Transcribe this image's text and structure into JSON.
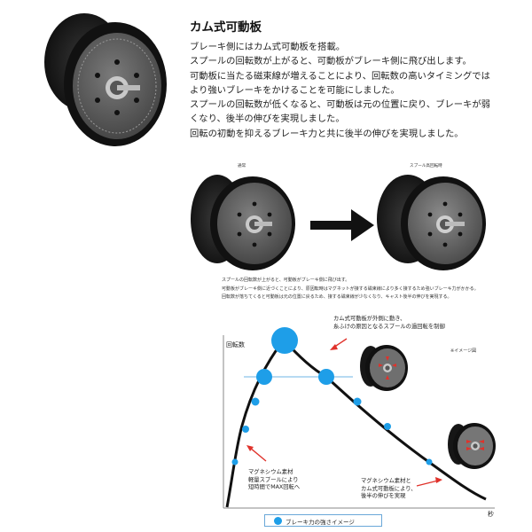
{
  "header": {
    "title": "カム式可動板"
  },
  "description": {
    "paragraphs": [
      "ブレーキ側にはカム式可動板を搭載。",
      "スプールの回転数が上がると、可動板がブレーキ側に飛び出します。",
      "可動板に当たる磁束線が増えることにより、回転数の高いタイミングではより強いブレーキをかけることを可能にしました。",
      "スプールの回転数が低くなると、可動板は元の位置に戻り、ブレーキが弱くなり、後半の伸びを実現しました。",
      "回転の初動を抑えるブレーキ力と共に後半の伸びを実現しました。"
    ]
  },
  "comparison": {
    "normal_label": "通常",
    "high_rpm_label": "スプール高回転時",
    "caption_lines": [
      "スプールの回転数が上がると、可動板がブレーキ側に飛び出す。",
      "可動板がブレーキ側に近づくことにより、原因転時はマグネットが接する磁束線により多く接するため強いブレーキ力がかかる。",
      "回転数が落ちてくると可動板は元の位置に戻るため、接する磁束線が少なくなり、キャスト後半の伸びを実現する。"
    ]
  },
  "graph": {
    "ylabel": "回転数",
    "xlabel": "秒",
    "note": "※イメージ図",
    "annotation_top": [
      "カム式可動板が外側に動き、",
      "糸ふけの原因となるスプールの過回転を制御"
    ],
    "annotation_left": [
      "マグネシウム素材",
      "軽量スプールにより",
      "短時間でMAX回転へ"
    ],
    "annotation_right": [
      "マグネシウム素材と",
      "カム式可動板により、",
      "後半の伸びを実現"
    ],
    "legend_label": "ブレーキ力の強さイメージ",
    "colors": {
      "curve": "#111111",
      "dot": "#1e9ee8",
      "arrow": "#e0322b",
      "level_line": "#6fb6e6"
    }
  },
  "icons": [
    "spool-photo",
    "arrow-right-icon",
    "red-arrow-icon"
  ]
}
